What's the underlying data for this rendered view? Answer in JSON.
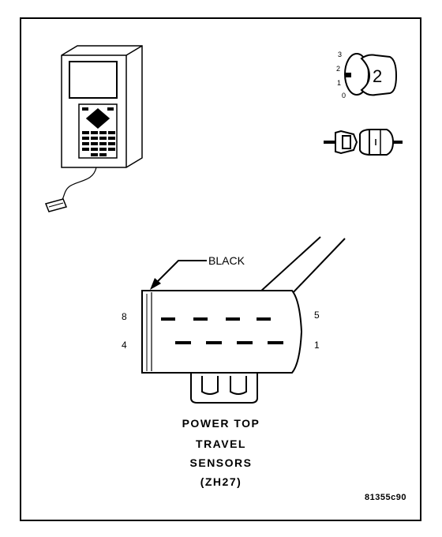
{
  "connector": {
    "color_label": "BLACK",
    "pin_labels": {
      "top_left": "8",
      "top_right": "5",
      "bottom_left": "4",
      "bottom_right": "1"
    }
  },
  "ignition": {
    "positions": [
      "3",
      "2",
      "1",
      "0"
    ],
    "key_position": "2"
  },
  "caption": {
    "line1": "POWER TOP",
    "line2": "TRAVEL",
    "line3": "SENSORS",
    "line4": "(ZH27)"
  },
  "figure_id": "81355c90",
  "icons": [
    "scan-tool-icon",
    "ignition-switch-icon",
    "connector-disconnect-icon"
  ]
}
